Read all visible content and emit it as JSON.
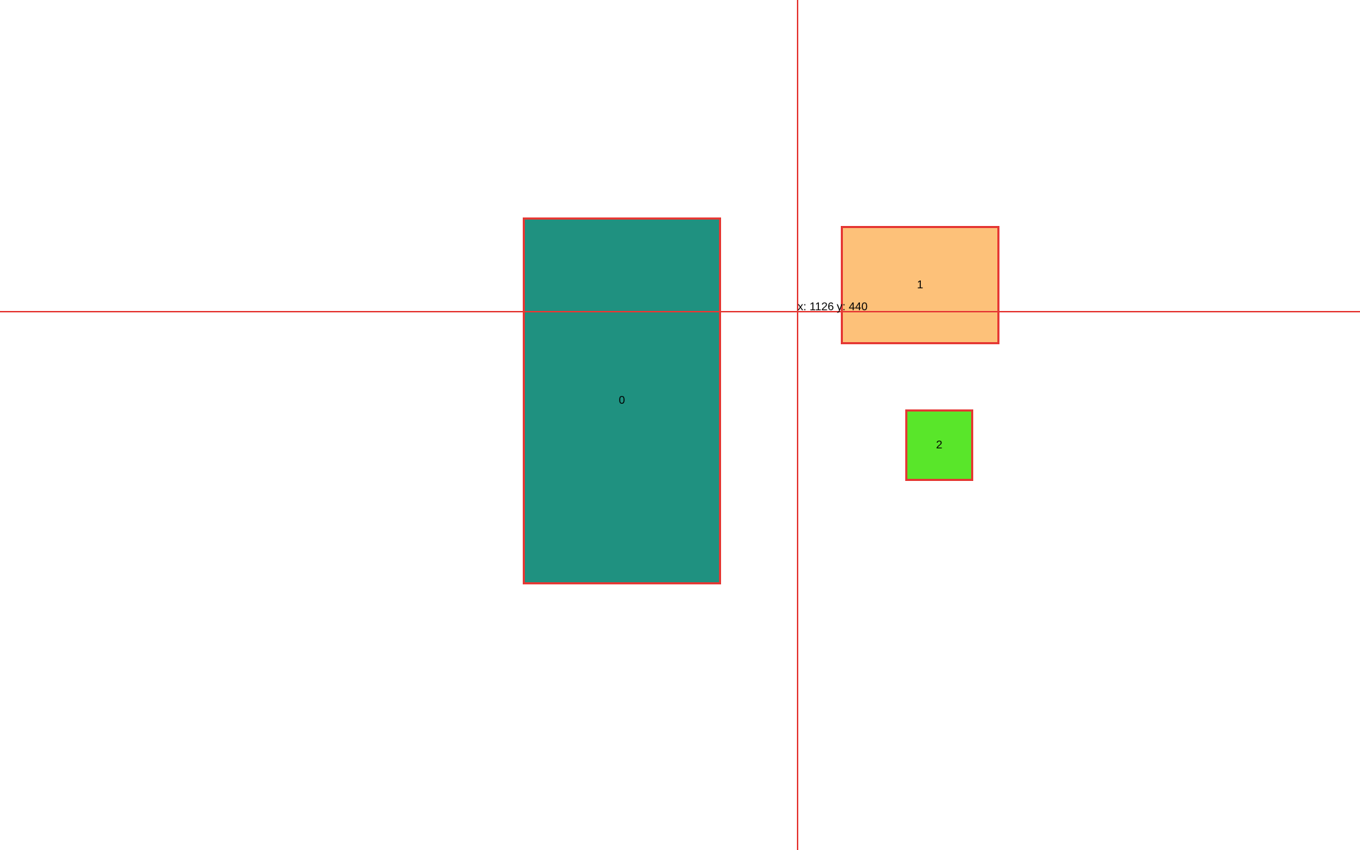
{
  "colors": {
    "background": "#ffffff",
    "outline": "#e53935",
    "crosshair": "#e53935",
    "box_0_fill": "#1f9180",
    "box_1_fill": "#fdc179",
    "box_2_fill": "#59e62a"
  },
  "boxes": [
    {
      "label": "0"
    },
    {
      "label": "1"
    },
    {
      "label": "2"
    }
  ],
  "cursor": {
    "x_text": "x: 1126",
    "y_text": "y: 440"
  }
}
